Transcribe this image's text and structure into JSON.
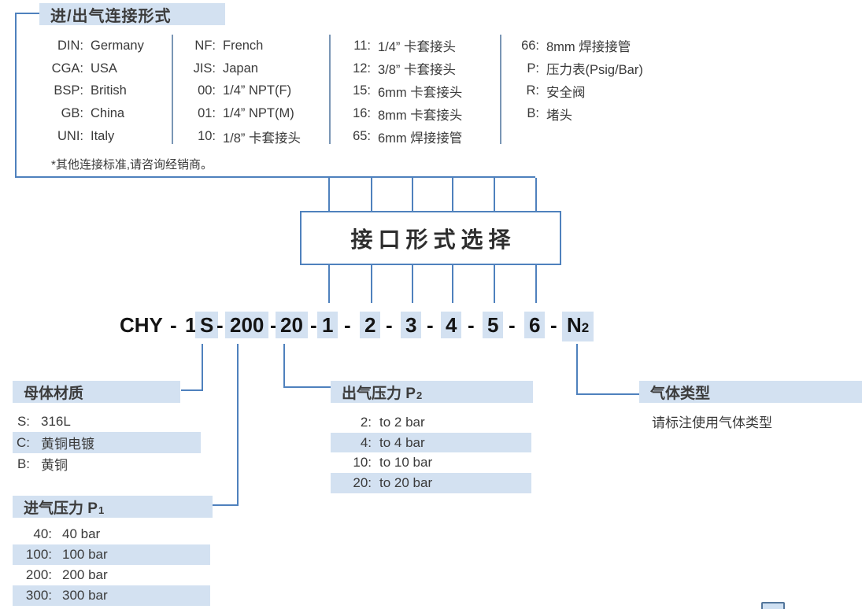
{
  "connection": {
    "title": "进/出气连接形式",
    "note": "*其他连接标准,请咨询经销商。",
    "columns": [
      {
        "items": [
          {
            "code": "DIN:",
            "label": "Germany"
          },
          {
            "code": "CGA:",
            "label": "USA"
          },
          {
            "code": "BSP:",
            "label": "British"
          },
          {
            "code": "GB:",
            "label": "China"
          },
          {
            "code": "UNI:",
            "label": "Italy"
          }
        ]
      },
      {
        "items": [
          {
            "code": "NF:",
            "label": "French"
          },
          {
            "code": "JIS:",
            "label": "Japan"
          },
          {
            "code": "00:",
            "label": "1/4” NPT(F)"
          },
          {
            "code": "01:",
            "label": "1/4” NPT(M)"
          },
          {
            "code": "10:",
            "label": "1/8” 卡套接头"
          }
        ]
      },
      {
        "items": [
          {
            "code": "11:",
            "label": "1/4” 卡套接头"
          },
          {
            "code": "12:",
            "label": "3/8” 卡套接头"
          },
          {
            "code": "15:",
            "label": "6mm 卡套接头"
          },
          {
            "code": "16:",
            "label": "8mm 卡套接头"
          },
          {
            "code": "65:",
            "label": "6mm 焊接接管"
          }
        ]
      },
      {
        "items": [
          {
            "code": "66:",
            "label": "8mm 焊接接管"
          },
          {
            "code": "P:",
            "label": "压力表(Psig/Bar)"
          },
          {
            "code": "R:",
            "label": "安全阀"
          },
          {
            "code": "B:",
            "label": "堵头"
          }
        ]
      }
    ]
  },
  "selector_box": {
    "label": "接口形式选择"
  },
  "model_code": {
    "full": "CHY - 1S -200- 20 - 1 - 2 - 3 - 4 - 5 - 6 - N2",
    "tokens": [
      {
        "text": "CHY",
        "hl": false
      },
      {
        "text": "-",
        "hl": false
      },
      {
        "text": "1",
        "hl": false
      },
      {
        "text": "S",
        "hl": true
      },
      {
        "text": "-",
        "hl": false
      },
      {
        "text": "200",
        "hl": true
      },
      {
        "text": "-",
        "hl": false
      },
      {
        "text": "20",
        "hl": true
      },
      {
        "text": "-",
        "hl": false
      },
      {
        "text": "1",
        "hl": true
      },
      {
        "text": "-",
        "hl": false
      },
      {
        "text": "2",
        "hl": true
      },
      {
        "text": "-",
        "hl": false
      },
      {
        "text": "3",
        "hl": true
      },
      {
        "text": "-",
        "hl": false
      },
      {
        "text": "4",
        "hl": true
      },
      {
        "text": "-",
        "hl": false
      },
      {
        "text": "5",
        "hl": true
      },
      {
        "text": "-",
        "hl": false
      },
      {
        "text": "6",
        "hl": true
      },
      {
        "text": "-",
        "hl": false
      },
      {
        "text": "N",
        "hl": true,
        "sub": "2"
      }
    ]
  },
  "sections": {
    "body_material": {
      "title": "母体材质",
      "items": [
        {
          "code": "S:",
          "label": "316L",
          "hl": false
        },
        {
          "code": "C:",
          "label": "黄铜电镀",
          "hl": true
        },
        {
          "code": "B:",
          "label": "黄铜",
          "hl": false
        }
      ]
    },
    "outlet_pressure": {
      "title": "出气压力 P",
      "title_sub": "2",
      "items": [
        {
          "code": "2:",
          "label": "to 2 bar",
          "hl": false
        },
        {
          "code": "4:",
          "label": "to 4 bar",
          "hl": true
        },
        {
          "code": "10:",
          "label": "to 10 bar",
          "hl": false
        },
        {
          "code": "20:",
          "label": "to 20 bar",
          "hl": true
        }
      ]
    },
    "inlet_pressure": {
      "title": "进气压力 P",
      "title_sub": "1",
      "items": [
        {
          "code": "40:",
          "label": "40 bar",
          "hl": false
        },
        {
          "code": "100:",
          "label": "100 bar",
          "hl": true
        },
        {
          "code": "200:",
          "label": "200 bar",
          "hl": false
        },
        {
          "code": "300:",
          "label": "300 bar",
          "hl": true
        }
      ]
    },
    "gas_type": {
      "title": "气体类型",
      "note": "请标注使用气体类型"
    }
  },
  "colors": {
    "highlight": "#d3e1f1",
    "line_blue": "#4f81bd",
    "divider": "#7a96b5"
  }
}
